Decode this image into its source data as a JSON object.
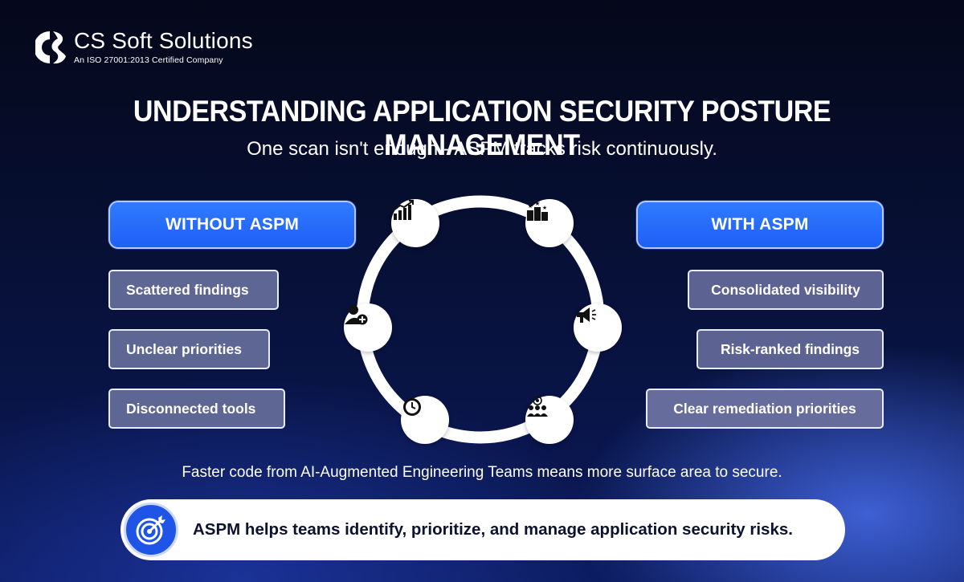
{
  "brand": {
    "name": "CS Soft Solutions",
    "tagline": "An ISO 27001:2013 Certified Company"
  },
  "title": "UNDERSTANDING APPLICATION SECURITY POSTURE MANAGEMENT",
  "subtitle": "One scan isn't enough - ASPM tracks risk continuously.",
  "without": {
    "heading": "WITHOUT ASPM",
    "items": [
      "Scattered findings",
      "Unclear priorities",
      "Disconnected tools"
    ]
  },
  "with": {
    "heading": "WITH ASPM",
    "items": [
      "Consolidated visibility",
      "Risk-ranked findings",
      "Clear remediation priorities"
    ]
  },
  "cycle_icons": [
    "growth-chart-icon",
    "podium-stars-icon",
    "megaphone-icon",
    "team-target-icon",
    "clock-icon",
    "add-user-icon"
  ],
  "footnote": "Faster code from AI-Augmented Engineering Teams means more surface area to secure.",
  "banner": {
    "icon": "target-arrow-icon",
    "text": "ASPM helps teams identify, prioritize, and manage application security risks."
  },
  "colors": {
    "accent": "#2f7bff",
    "card": "#5e6694",
    "banner_icon": "#1e55e6"
  }
}
